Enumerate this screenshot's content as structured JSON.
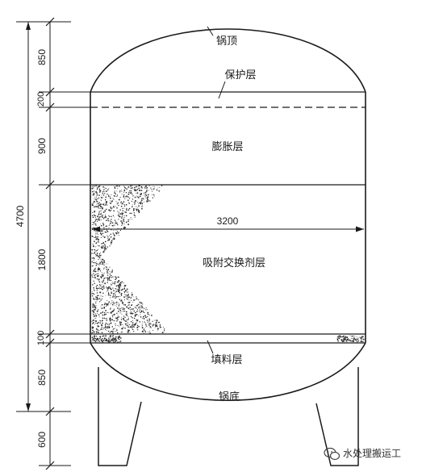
{
  "labels": {
    "top_head": "锅顶",
    "protective_layer": "保护层",
    "expansion_layer": "膨胀层",
    "adsorbent_layer": "吸附交换剂层",
    "packing_layer": "填料层",
    "bottom_head": "锅底"
  },
  "dimensions": {
    "total_height": "4700",
    "top_head": "850",
    "protective_layer": "200",
    "expansion_layer": "900",
    "adsorbent_layer": "1800",
    "packing_layer": "100",
    "bottom_head": "850",
    "legs": "600",
    "diameter": "3200"
  },
  "watermark": "水处理搬运工",
  "colors": {
    "line": "#1a1a1a",
    "background": "#ffffff"
  }
}
